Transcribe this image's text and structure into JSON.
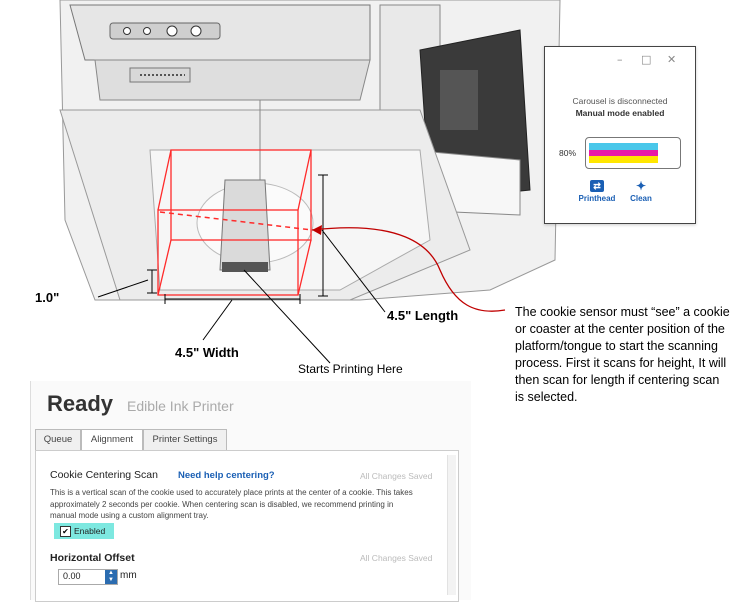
{
  "carousel_window": {
    "minimize": "–",
    "maximize": "□",
    "close": "✕",
    "status": "Carousel is disconnected",
    "mode": "Manual mode enabled",
    "ink_percent": "80%",
    "ink_level": 0.8,
    "ink_colors": [
      "#49c7ea",
      "#e81aa8",
      "#ffe600"
    ],
    "buttons": [
      {
        "label": "Printhead",
        "icon": "swap-arrows-icon"
      },
      {
        "label": "Clean",
        "icon": "sparkle-icon"
      }
    ]
  },
  "illustration": {
    "height_label": "1.0\"",
    "length_label": "4.5\" Length",
    "width_label": "4.5\" Width",
    "start_label": "Starts Printing Here",
    "note": "The cookie sensor must “see” a cookie or coaster at the center position of the platform/tongue to start the scanning process. First it scans for height, It will then scan for length if centering scan is selected."
  },
  "app": {
    "status": "Ready",
    "brand": "Edible Ink Printer",
    "tabs": [
      "Queue",
      "Alignment",
      "Printer Settings"
    ],
    "active_tab": "Alignment",
    "centering": {
      "title": "Cookie Centering Scan",
      "help_link": "Need help centering?",
      "saved": "All Changes Saved",
      "description": "This is a vertical scan of the cookie used to accurately place prints at the center of a cookie. This takes approximately 2 seconds per cookie. When centering scan is disabled, we recommend printing in manual mode using a custom alignment tray.",
      "checkbox_label": "Enabled",
      "checked": true
    },
    "offset": {
      "title": "Horizontal Offset",
      "saved": "All Changes Saved",
      "value": "0.00",
      "unit": "mm"
    }
  },
  "accents": {
    "red_arrow": "#e53935",
    "green_arrow": "#22b59a",
    "box_red": "#ff2a2a"
  }
}
